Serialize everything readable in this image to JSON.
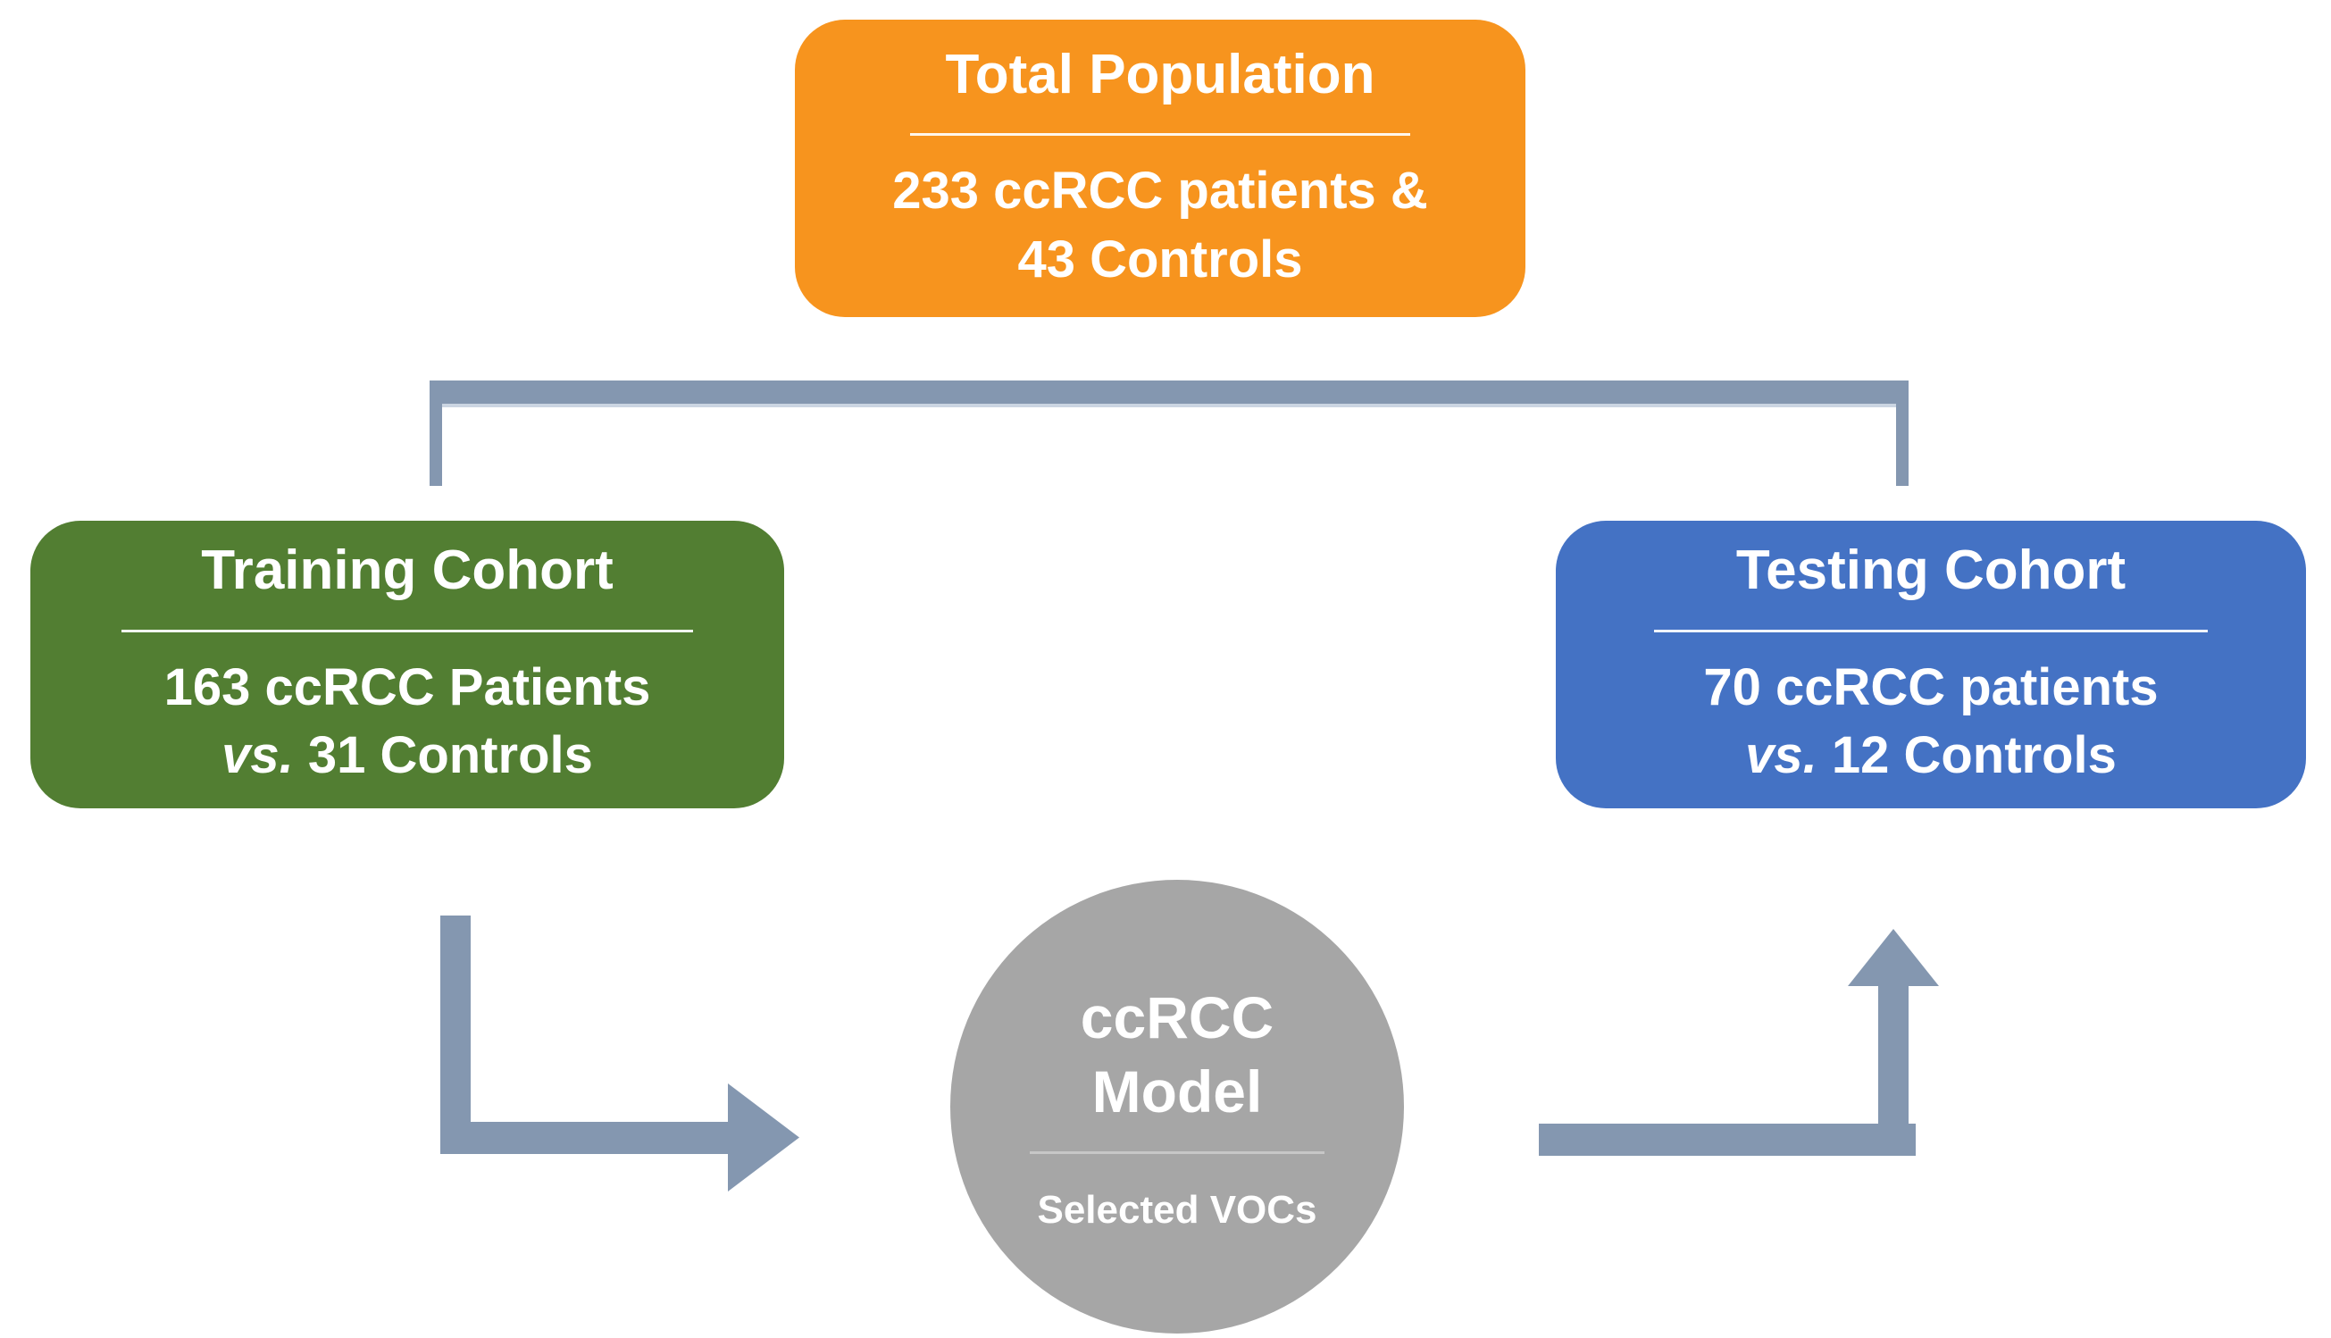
{
  "colors": {
    "orange": "#F7941E",
    "green": "#527E32",
    "blue": "#4472C4",
    "gray": "#A6A6A6",
    "connector": "#8497B0",
    "connector_light": "#CBD5E2",
    "text": "#FFFFFF"
  },
  "nodes": {
    "total_population": {
      "title": "Total Population",
      "line1": "233 ccRCC patients &",
      "line2": "43 Controls"
    },
    "training_cohort": {
      "title": "Training Cohort",
      "line1": "163 ccRCC Patients",
      "vs": "vs.",
      "line2_rest": " 31 Controls"
    },
    "testing_cohort": {
      "title": "Testing Cohort",
      "line1": "70 ccRCC patients",
      "vs": "vs.",
      "line2_rest": " 12 Controls"
    },
    "model": {
      "title_line1": "ccRCC",
      "title_line2": "Model",
      "subtitle": "Selected VOCs"
    }
  }
}
